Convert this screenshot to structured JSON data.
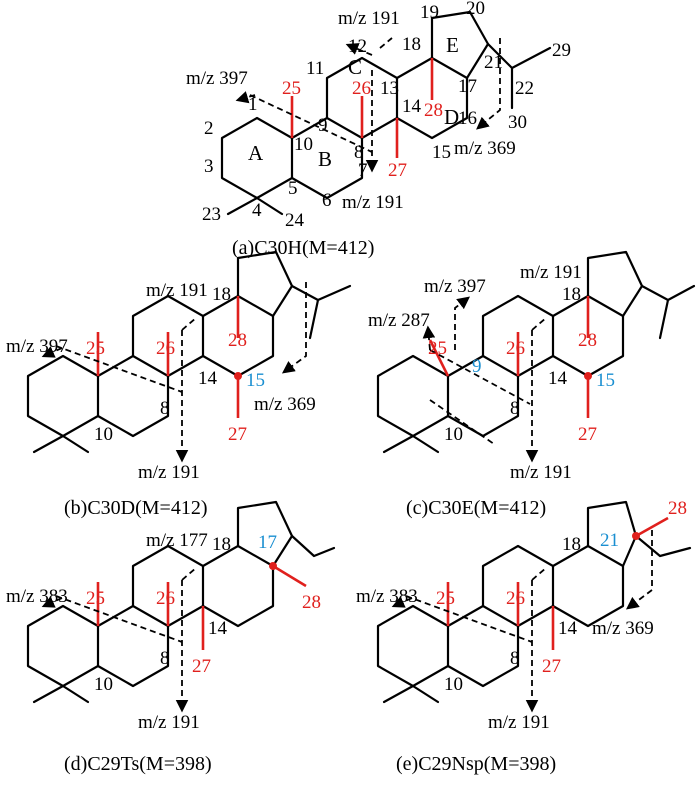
{
  "panels": {
    "a": {
      "caption": "(a)C30H(M=412)",
      "ring_labels": [
        "A",
        "B",
        "C",
        "D",
        "E"
      ],
      "atoms_black": [
        "1",
        "2",
        "3",
        "4",
        "5",
        "6",
        "7",
        "8",
        "9",
        "10",
        "11",
        "12",
        "13",
        "14",
        "15",
        "16",
        "17",
        "18",
        "19",
        "20",
        "21",
        "22",
        "23",
        "24",
        "29",
        "30"
      ],
      "atoms_red": [
        "25",
        "26",
        "27",
        "28"
      ],
      "fragments": [
        "m/z 397",
        "m/z 191",
        "m/z 191",
        "m/z 369"
      ]
    },
    "b": {
      "caption": "(b)C30D(M=412)",
      "atoms_black": [
        "10",
        "8",
        "14",
        "18"
      ],
      "atoms_red": [
        "25",
        "26",
        "28",
        "27"
      ],
      "atoms_blue": [
        "15"
      ],
      "fragments": [
        "m/z 397",
        "m/z 191",
        "m/z 191",
        "m/z 369"
      ]
    },
    "c": {
      "caption": "(c)C30E(M=412)",
      "atoms_black": [
        "10",
        "8",
        "14",
        "18"
      ],
      "atoms_red": [
        "25",
        "26",
        "28",
        "27"
      ],
      "atoms_blue": [
        "9",
        "15"
      ],
      "fragments": [
        "m/z 287",
        "m/z 397",
        "m/z 191",
        "m/z 191"
      ]
    },
    "d": {
      "caption": "(d)C29Ts(M=398)",
      "atoms_black": [
        "10",
        "8",
        "14",
        "18"
      ],
      "atoms_red": [
        "25",
        "26",
        "27",
        "28"
      ],
      "atoms_blue": [
        "17"
      ],
      "fragments": [
        "m/z 177",
        "m/z 383",
        "m/z 191"
      ]
    },
    "e": {
      "caption": "(e)C29Nsp(M=398)",
      "atoms_black": [
        "10",
        "8",
        "14",
        "18"
      ],
      "atoms_red": [
        "25",
        "26",
        "27",
        "28"
      ],
      "atoms_blue": [
        "21"
      ],
      "fragments": [
        "m/z 383",
        "m/z 191",
        "m/z 369"
      ]
    }
  }
}
